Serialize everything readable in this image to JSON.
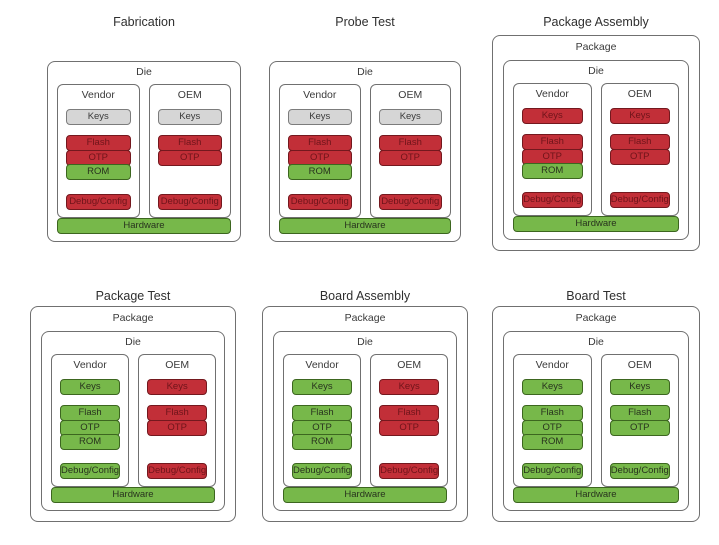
{
  "palette": {
    "red": "#c22f38",
    "green": "#77b84a",
    "gray": "#d6d6d6"
  },
  "diagrams": [
    {
      "id": "fabrication",
      "title": "Fabrication",
      "die_label": "Die",
      "vendor": {
        "label": "Vendor",
        "keys": {
          "label": "Keys",
          "color": "gray"
        },
        "flash": {
          "label": "Flash",
          "color": "red"
        },
        "otp": {
          "label": "OTP",
          "color": "red"
        },
        "rom": {
          "label": "ROM",
          "color": "green"
        },
        "debug": {
          "label": "Debug/Config",
          "color": "red"
        }
      },
      "oem": {
        "label": "OEM",
        "keys": {
          "label": "Keys",
          "color": "gray"
        },
        "flash": {
          "label": "Flash",
          "color": "red"
        },
        "otp": {
          "label": "OTP",
          "color": "red"
        },
        "debug": {
          "label": "Debug/Config",
          "color": "red"
        }
      },
      "hardware": {
        "label": "Hardware",
        "color": "green"
      }
    },
    {
      "id": "probe-test",
      "title": "Probe Test",
      "die_label": "Die",
      "vendor": {
        "label": "Vendor",
        "keys": {
          "label": "Keys",
          "color": "gray"
        },
        "flash": {
          "label": "Flash",
          "color": "red"
        },
        "otp": {
          "label": "OTP",
          "color": "red"
        },
        "rom": {
          "label": "ROM",
          "color": "green"
        },
        "debug": {
          "label": "Debug/Config",
          "color": "red"
        }
      },
      "oem": {
        "label": "OEM",
        "keys": {
          "label": "Keys",
          "color": "gray"
        },
        "flash": {
          "label": "Flash",
          "color": "red"
        },
        "otp": {
          "label": "OTP",
          "color": "red"
        },
        "debug": {
          "label": "Debug/Config",
          "color": "red"
        }
      },
      "hardware": {
        "label": "Hardware",
        "color": "green"
      }
    },
    {
      "id": "package-assembly",
      "title": "Package Assembly",
      "package_label": "Package",
      "die_label": "Die",
      "vendor": {
        "label": "Vendor",
        "keys": {
          "label": "Keys",
          "color": "red"
        },
        "flash": {
          "label": "Flash",
          "color": "red"
        },
        "otp": {
          "label": "OTP",
          "color": "red"
        },
        "rom": {
          "label": "ROM",
          "color": "green"
        },
        "debug": {
          "label": "Debug/Config",
          "color": "red"
        }
      },
      "oem": {
        "label": "OEM",
        "keys": {
          "label": "Keys",
          "color": "red"
        },
        "flash": {
          "label": "Flash",
          "color": "red"
        },
        "otp": {
          "label": "OTP",
          "color": "red"
        },
        "debug": {
          "label": "Debug/Config",
          "color": "red"
        }
      },
      "hardware": {
        "label": "Hardware",
        "color": "green"
      }
    },
    {
      "id": "package-test",
      "title": "Package Test",
      "package_label": "Package",
      "die_label": "Die",
      "vendor": {
        "label": "Vendor",
        "keys": {
          "label": "Keys",
          "color": "green"
        },
        "flash": {
          "label": "Flash",
          "color": "green"
        },
        "otp": {
          "label": "OTP",
          "color": "green"
        },
        "rom": {
          "label": "ROM",
          "color": "green"
        },
        "debug": {
          "label": "Debug/Config",
          "color": "green"
        }
      },
      "oem": {
        "label": "OEM",
        "keys": {
          "label": "Keys",
          "color": "red"
        },
        "flash": {
          "label": "Flash",
          "color": "red"
        },
        "otp": {
          "label": "OTP",
          "color": "red"
        },
        "debug": {
          "label": "Debug/Config",
          "color": "red"
        }
      },
      "hardware": {
        "label": "Hardware",
        "color": "green"
      }
    },
    {
      "id": "board-assembly",
      "title": "Board Assembly",
      "package_label": "Package",
      "die_label": "Die",
      "vendor": {
        "label": "Vendor",
        "keys": {
          "label": "Keys",
          "color": "green"
        },
        "flash": {
          "label": "Flash",
          "color": "green"
        },
        "otp": {
          "label": "OTP",
          "color": "green"
        },
        "rom": {
          "label": "ROM",
          "color": "green"
        },
        "debug": {
          "label": "Debug/Config",
          "color": "green"
        }
      },
      "oem": {
        "label": "OEM",
        "keys": {
          "label": "Keys",
          "color": "red"
        },
        "flash": {
          "label": "Flash",
          "color": "red"
        },
        "otp": {
          "label": "OTP",
          "color": "red"
        },
        "debug": {
          "label": "Debug/Config",
          "color": "red"
        }
      },
      "hardware": {
        "label": "Hardware",
        "color": "green"
      }
    },
    {
      "id": "board-test",
      "title": "Board Test",
      "package_label": "Package",
      "die_label": "Die",
      "vendor": {
        "label": "Vendor",
        "keys": {
          "label": "Keys",
          "color": "green"
        },
        "flash": {
          "label": "Flash",
          "color": "green"
        },
        "otp": {
          "label": "OTP",
          "color": "green"
        },
        "rom": {
          "label": "ROM",
          "color": "green"
        },
        "debug": {
          "label": "Debug/Config",
          "color": "green"
        }
      },
      "oem": {
        "label": "OEM",
        "keys": {
          "label": "Keys",
          "color": "green"
        },
        "flash": {
          "label": "Flash",
          "color": "green"
        },
        "otp": {
          "label": "OTP",
          "color": "green"
        },
        "debug": {
          "label": "Debug/Config",
          "color": "green"
        }
      },
      "hardware": {
        "label": "Hardware",
        "color": "green"
      }
    }
  ]
}
